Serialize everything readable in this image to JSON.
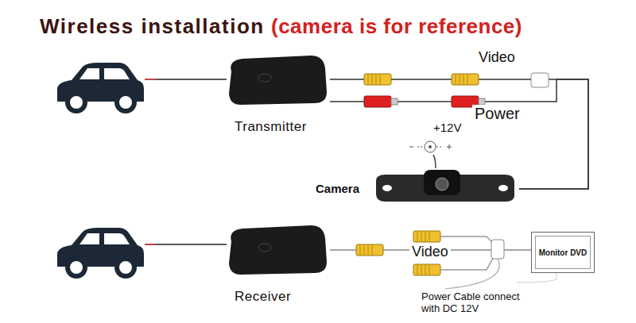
{
  "diagram": {
    "title": "Wireless installation",
    "nodes": [
      {
        "text": [
          "Transmitter"
        ]
      },
      {
        "text": [
          "Camera"
        ]
      },
      {
        "text": [
          "Receiver"
        ]
      },
      {
        "text": [
          "Monitor DVD"
        ]
      }
    ],
    "edges": [
      {
        "from": 0,
        "to": 1,
        "label": "Video",
        "arrow": "none"
      },
      {
        "from": 0,
        "to": 1,
        "label": "Power",
        "arrow": "none"
      },
      {
        "from": 2,
        "to": 3,
        "label": "Video",
        "arrow": "none"
      }
    ],
    "labels": [
      "(camera is for reference)",
      "+12V",
      "Power Cable connect with DC 12V"
    ]
  }
}
